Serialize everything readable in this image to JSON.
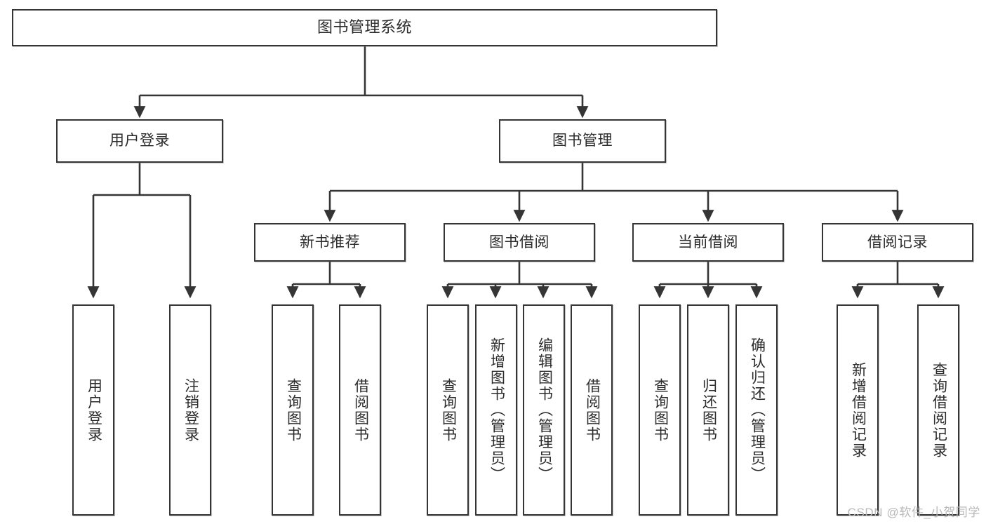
{
  "diagram": {
    "title": "图书管理系统",
    "type": "tree-hierarchy-chart",
    "root": {
      "label": "图书管理系统"
    },
    "level2": [
      {
        "label": "用户登录"
      },
      {
        "label": "图书管理"
      }
    ],
    "level3": [
      {
        "label": "新书推荐"
      },
      {
        "label": "图书借阅"
      },
      {
        "label": "当前借阅"
      },
      {
        "label": "借阅记录"
      }
    ],
    "leaves": {
      "user_login": [
        {
          "label": "用户登录"
        },
        {
          "label": "注销登录"
        }
      ],
      "new_book_recommend": [
        {
          "label": "查询图书"
        },
        {
          "label": "借阅图书"
        }
      ],
      "book_borrow": [
        {
          "label": "查询图书"
        },
        {
          "label": "新增图书（管理员）"
        },
        {
          "label": "编辑图书（管理员）"
        },
        {
          "label": "借阅图书"
        }
      ],
      "current_borrow": [
        {
          "label": "查询图书"
        },
        {
          "label": "归还图书"
        },
        {
          "label": "确认归还（管理员）"
        }
      ],
      "borrow_record": [
        {
          "label": "新增借阅记录"
        },
        {
          "label": "查询借阅记录"
        }
      ]
    }
  },
  "watermark": {
    "text": "CSDN @软件_小贺同学"
  },
  "colors": {
    "border": "#353535",
    "text": "#2b2b2b",
    "background": "#ffffff",
    "watermark": "#b9b9b9"
  }
}
